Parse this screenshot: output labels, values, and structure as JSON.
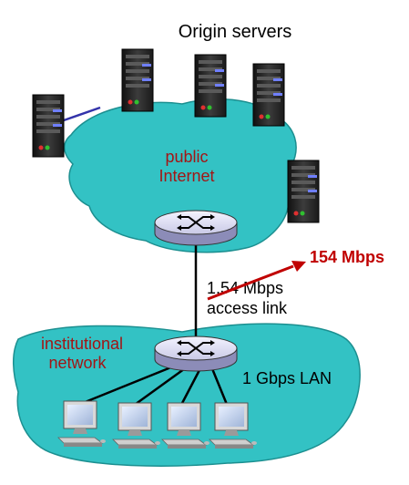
{
  "title": "Origin servers",
  "cloud_label_line1": "public",
  "cloud_label_line2": "Internet",
  "link_label_line1": "1.54 Mbps",
  "link_label_line2": "access link",
  "upgrade_label": "154 Mbps",
  "lan_label_line1": "institutional",
  "lan_label_line2": "network",
  "lan_speed_label": "1 Gbps LAN",
  "colors": {
    "cloud_fill": "#33c2c4",
    "cloud_stroke": "#1c8f90",
    "dark_red_text": "#a31515",
    "upgrade_red": "#c00000",
    "link_line": "#000000",
    "server_link": "#3333aa",
    "router_fill": "#dcdcf2",
    "server_body": "#2a2a2a"
  },
  "icons": {
    "server": "server-tower-icon",
    "router": "router-icon",
    "host": "desktop-computer-icon"
  }
}
